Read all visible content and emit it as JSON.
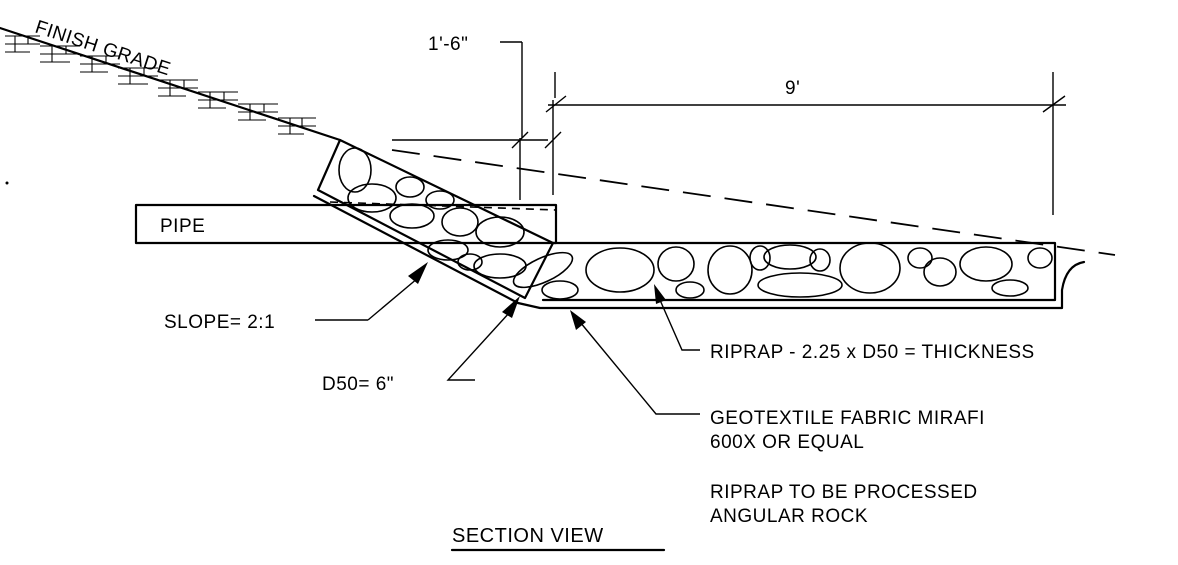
{
  "drawing": {
    "finish_grade": "FINISH GRADE",
    "pipe": "PIPE",
    "dim_offset": "1'-6\"",
    "dim_apron": "9'",
    "slope": "SLOPE= 2:1",
    "d50": "D50= 6\"",
    "riprap_thickness": "RIPRAP - 2.25 x D50 = THICKNESS",
    "geotextile_line1": "GEOTEXTILE FABRIC MIRAFI",
    "geotextile_line2": "600X OR EQUAL",
    "note_line1": "RIPRAP TO BE PROCESSED",
    "note_line2": "ANGULAR ROCK",
    "title": "SECTION VIEW"
  }
}
